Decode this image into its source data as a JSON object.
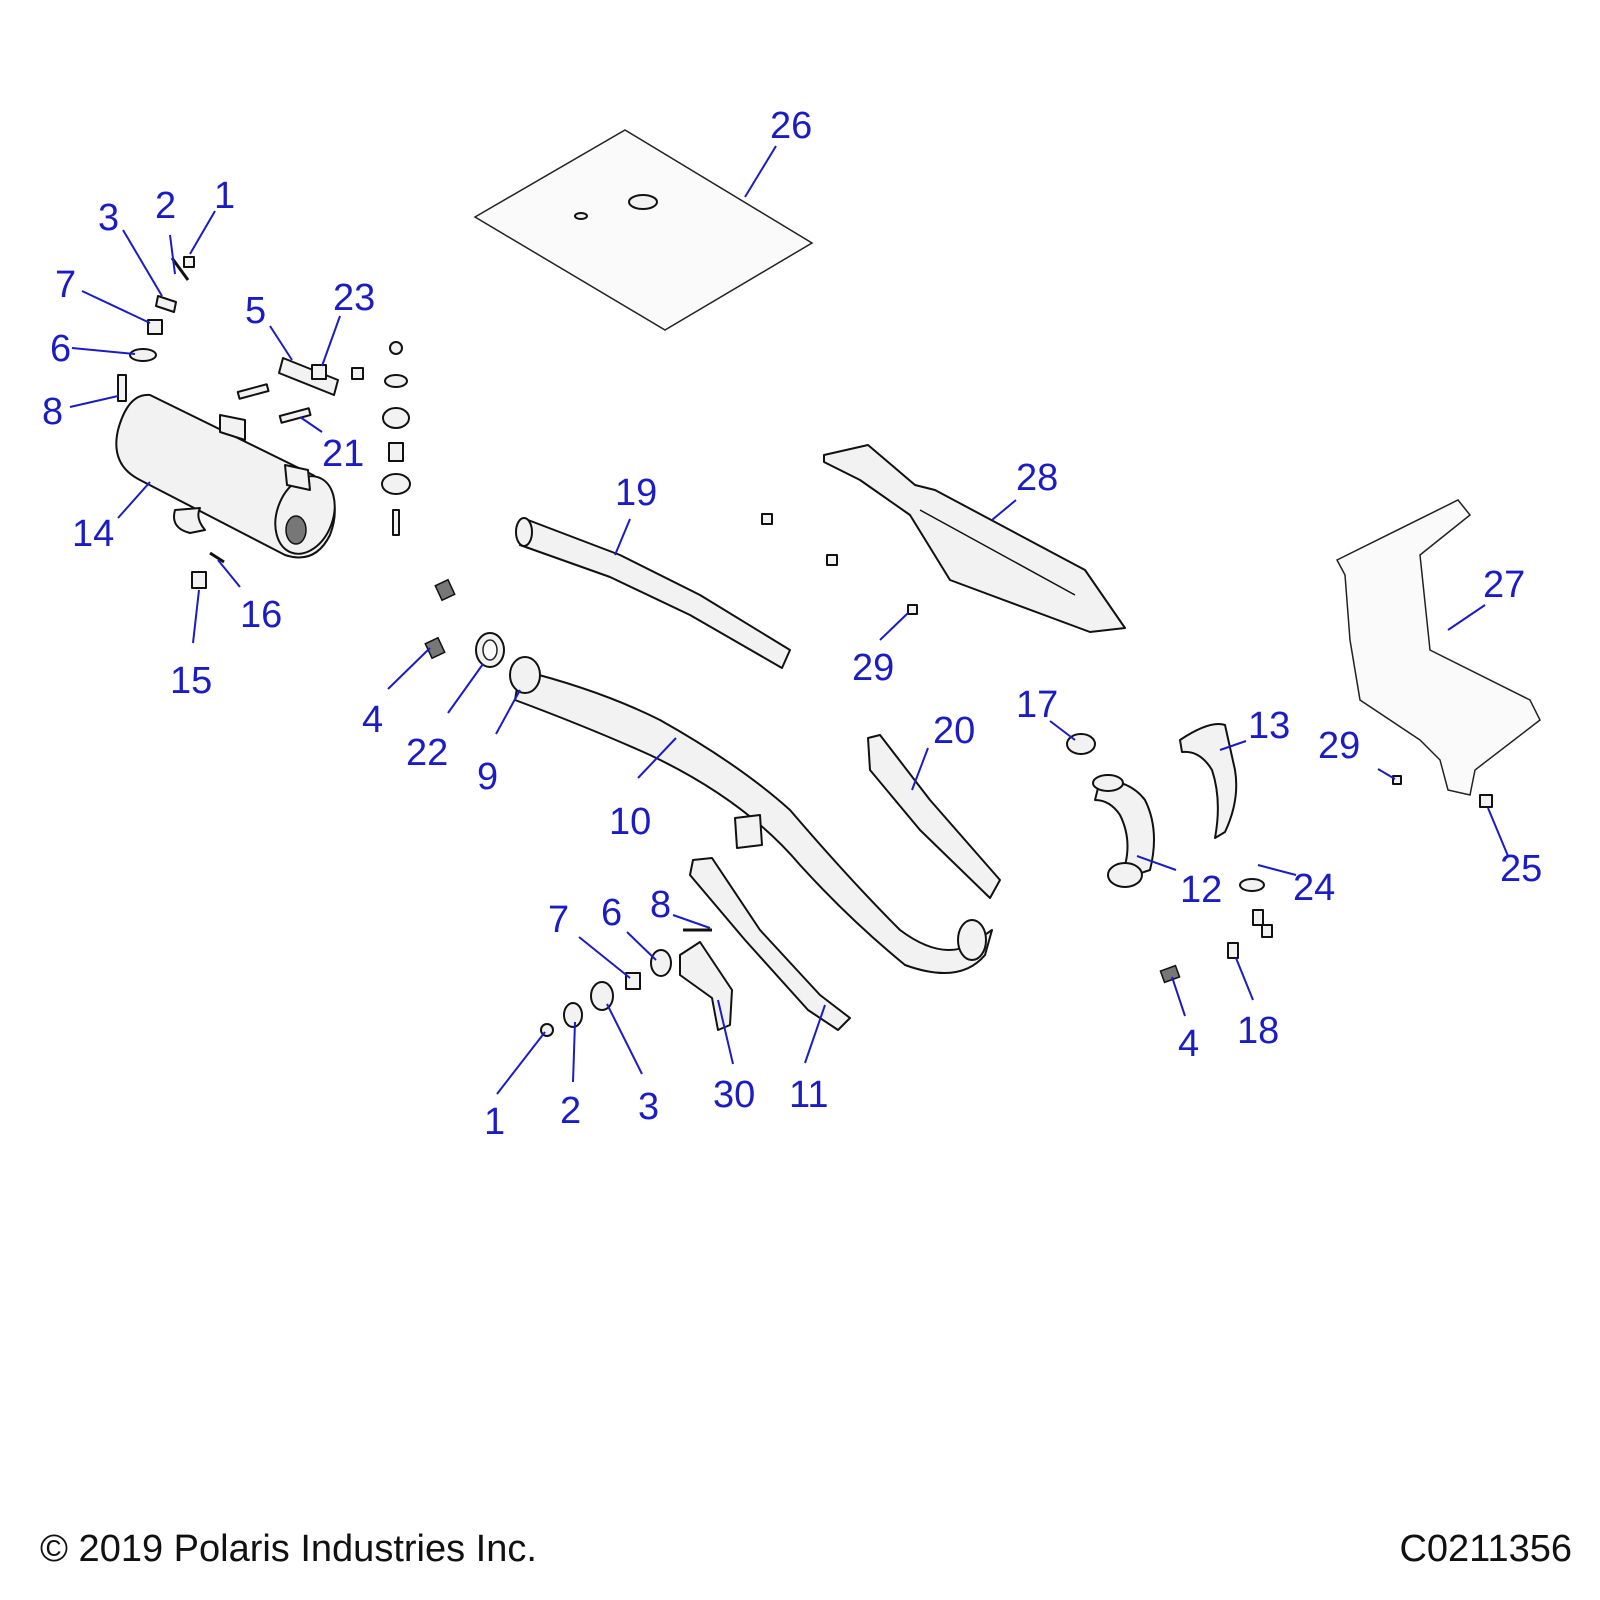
{
  "callouts": [
    {
      "id": "c26",
      "label": "26"
    },
    {
      "id": "c1a",
      "label": "1"
    },
    {
      "id": "c2a",
      "label": "2"
    },
    {
      "id": "c3a",
      "label": "3"
    },
    {
      "id": "c7a",
      "label": "7"
    },
    {
      "id": "c6a",
      "label": "6"
    },
    {
      "id": "c8a",
      "label": "8"
    },
    {
      "id": "c5",
      "label": "5"
    },
    {
      "id": "c23",
      "label": "23"
    },
    {
      "id": "c21",
      "label": "21"
    },
    {
      "id": "c14",
      "label": "14"
    },
    {
      "id": "c16",
      "label": "16"
    },
    {
      "id": "c15",
      "label": "15"
    },
    {
      "id": "c19",
      "label": "19"
    },
    {
      "id": "c28",
      "label": "28"
    },
    {
      "id": "c27",
      "label": "27"
    },
    {
      "id": "c29a",
      "label": "29"
    },
    {
      "id": "c4a",
      "label": "4"
    },
    {
      "id": "c22",
      "label": "22"
    },
    {
      "id": "c9",
      "label": "9"
    },
    {
      "id": "c10",
      "label": "10"
    },
    {
      "id": "c20",
      "label": "20"
    },
    {
      "id": "c17",
      "label": "17"
    },
    {
      "id": "c13",
      "label": "13"
    },
    {
      "id": "c29b",
      "label": "29"
    },
    {
      "id": "c12",
      "label": "12"
    },
    {
      "id": "c24",
      "label": "24"
    },
    {
      "id": "c25",
      "label": "25"
    },
    {
      "id": "c7b",
      "label": "7"
    },
    {
      "id": "c6b",
      "label": "6"
    },
    {
      "id": "c8b",
      "label": "8"
    },
    {
      "id": "c1b",
      "label": "1"
    },
    {
      "id": "c2b",
      "label": "2"
    },
    {
      "id": "c3b",
      "label": "3"
    },
    {
      "id": "c30",
      "label": "30"
    },
    {
      "id": "c11",
      "label": "11"
    },
    {
      "id": "c4b",
      "label": "4"
    },
    {
      "id": "c18",
      "label": "18"
    }
  ],
  "footer": {
    "copyright": "© 2019 Polaris Industries Inc.",
    "drawing_id": "C0211356"
  },
  "colors": {
    "callout": "#1c1cc4",
    "line_art": "#111111"
  }
}
